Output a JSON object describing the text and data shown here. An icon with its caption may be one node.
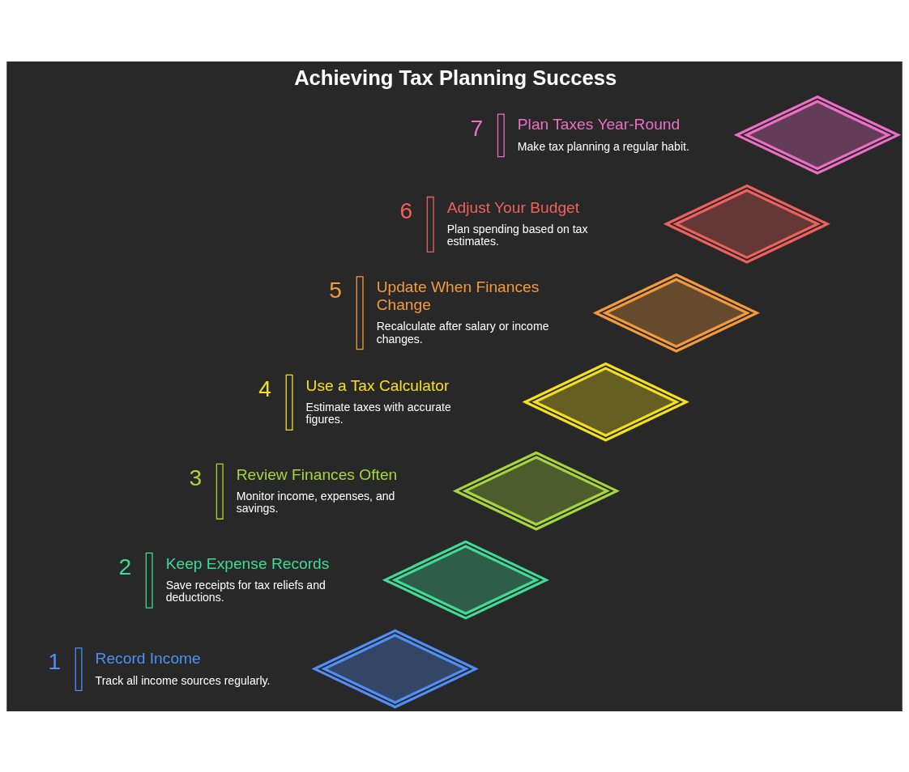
{
  "diagram": {
    "title": "Achieving Tax Planning Success",
    "nodes": [
      {
        "text": [],
        "shape": "diamond",
        "beside": [
          "1",
          "Record Income",
          "Track all income sources regularly."
        ]
      },
      {
        "text": [],
        "shape": "diamond",
        "beside": [
          "2",
          "Keep Expense Records",
          "Save receipts for tax reliefs and deductions."
        ]
      },
      {
        "text": [],
        "shape": "diamond",
        "beside": [
          "3",
          "Review Finances Often",
          "Monitor income, expenses, and savings."
        ]
      },
      {
        "text": [],
        "shape": "diamond",
        "beside": [
          "4",
          "Use a Tax Calculator",
          "Estimate taxes with accurate figures."
        ]
      },
      {
        "text": [],
        "shape": "diamond",
        "beside": [
          "5",
          "Update When Finances Change",
          "Recalculate after salary or income changes."
        ]
      },
      {
        "text": [],
        "shape": "diamond",
        "beside": [
          "6",
          "Adjust Your Budget",
          "Plan spending based on tax estimates."
        ]
      },
      {
        "text": [],
        "shape": "diamond",
        "beside": [
          "7",
          "Plan Taxes Year-Round",
          "Make tax planning a regular habit."
        ]
      }
    ]
  }
}
